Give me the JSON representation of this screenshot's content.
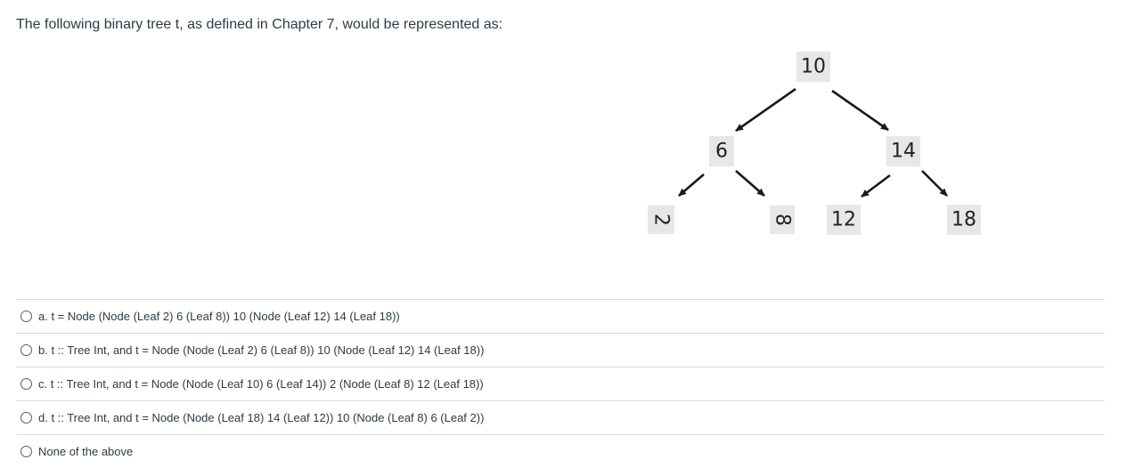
{
  "question": {
    "prompt": "The following binary tree t, as defined in Chapter 7, would be represented as:"
  },
  "tree": {
    "nodes": [
      {
        "id": "n10",
        "label": "10"
      },
      {
        "id": "n6",
        "label": "6"
      },
      {
        "id": "n14",
        "label": "14"
      },
      {
        "id": "n2",
        "label": "2"
      },
      {
        "id": "n8",
        "label": "8"
      },
      {
        "id": "n12",
        "label": "12"
      },
      {
        "id": "n18",
        "label": "18"
      }
    ],
    "edge_color": "#1a1a1a",
    "node_fill": "#e7e7e7"
  },
  "answers": [
    {
      "label": "a. t = Node (Node (Leaf 2) 6 (Leaf 8)) 10 (Node (Leaf 12) 14 (Leaf 18))"
    },
    {
      "label": "b. t :: Tree Int, and t = Node (Node (Leaf 2) 6 (Leaf 8)) 10 (Node (Leaf 12) 14 (Leaf 18))"
    },
    {
      "label": "c. t :: Tree Int, and t = Node (Node (Leaf 10) 6 (Leaf 14)) 2 (Node (Leaf 8) 12 (Leaf 18))"
    },
    {
      "label": "d. t :: Tree Int, and t = Node (Node (Leaf 18) 14 (Leaf 12)) 10 (Node (Leaf 8) 6 (Leaf 2))"
    },
    {
      "label": "None of the above"
    }
  ]
}
